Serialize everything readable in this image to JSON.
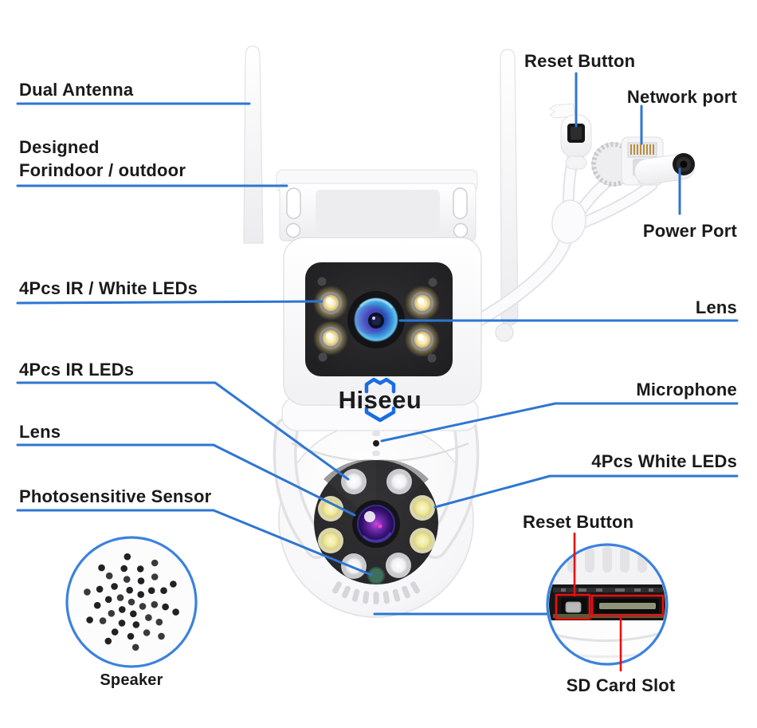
{
  "brand": {
    "logo_text": "Hiseeu",
    "logo_color": "#1b1b1d",
    "shield_color": "#1a6ce4"
  },
  "colors": {
    "callout_blue": "#2e76d2",
    "callout_red": "#e90f0f",
    "inset_border_blue": "#3b82dd",
    "label_text": "#1a1a1a"
  },
  "labels": {
    "dual_antenna": "Dual Antenna",
    "designed_line1": "Designed",
    "designed_line2": "Forindoor / outdoor",
    "ir_white_leds": "4Pcs IR / White LEDs",
    "ir_leds": "4Pcs IR LEDs",
    "lens_left": "Lens",
    "photosensitive_sensor": "Photosensitive Sensor",
    "speaker": "Speaker",
    "reset_button_top": "Reset Button",
    "network_port": "Network port",
    "power_port": "Power Port",
    "lens_right": "Lens",
    "microphone": "Microphone",
    "white_leds": "4Pcs White LEDs",
    "reset_button_bottom": "Reset Button",
    "sd_card_slot": "SD Card Slot"
  }
}
